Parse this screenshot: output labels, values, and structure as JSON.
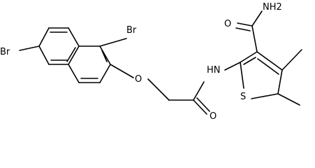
{
  "structure": {
    "atoms": {
      "br_top": "Br",
      "br_left": "Br",
      "ether_o": "O",
      "amide_nh": "HN",
      "amide_o": "O",
      "carboxamide_nh2": "NH2",
      "carboxamide_o": "O",
      "thiophene_s": "S"
    }
  }
}
